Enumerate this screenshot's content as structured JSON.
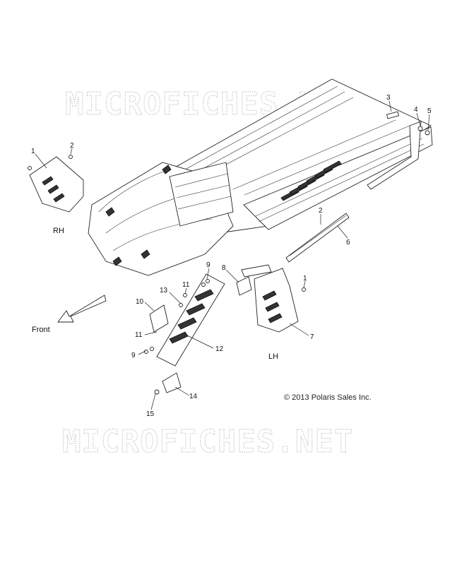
{
  "watermarks": [
    "MICROFICHES.NET",
    "MICROFICHES.NET"
  ],
  "side_labels": {
    "rh": "RH",
    "lh": "LH",
    "front": "Front"
  },
  "copyright": "© 2013 Polaris Sales Inc.",
  "callouts": {
    "c1a": "1",
    "c2a": "2",
    "c3": "3",
    "c4": "4",
    "c5": "5",
    "c2b": "2",
    "c6": "6",
    "c9a": "9",
    "c8": "8",
    "c1b": "1",
    "c13": "13",
    "c11a": "11",
    "c10": "10",
    "c11b": "11",
    "c12": "12",
    "c9b": "9",
    "c7": "7",
    "c14": "14",
    "c15": "15"
  }
}
